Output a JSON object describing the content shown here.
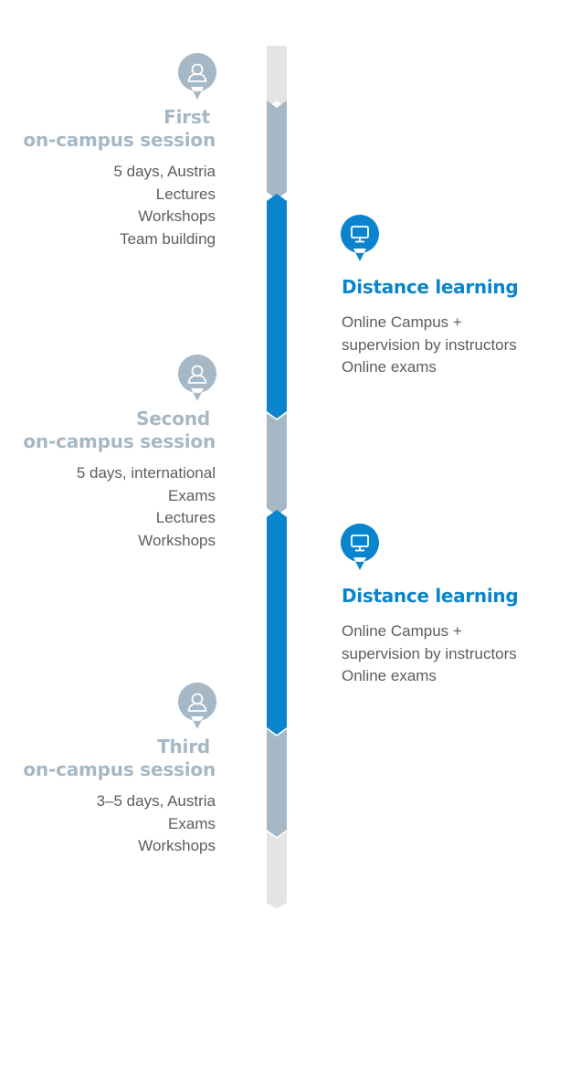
{
  "colors": {
    "track_light": "#e4e4e4",
    "track_gray": "#a6b8c6",
    "track_blue": "#0a84cd",
    "session_title": "#a6b8c6",
    "distance_title": "#0a84cd",
    "body_text": "#5d5d5d"
  },
  "sessions": [
    {
      "icon": "person-icon",
      "title_line1": "First",
      "title_line2": "on-campus session",
      "details": [
        "5 days, Austria",
        "Lectures",
        "Workshops",
        "Team building"
      ]
    },
    {
      "icon": "person-icon",
      "title_line1": "Second",
      "title_line2": "on-campus session",
      "details": [
        "5 days, international",
        "Exams",
        "Lectures",
        "Workshops"
      ]
    },
    {
      "icon": "person-icon",
      "title_line1": "Third",
      "title_line2": "on-campus session",
      "details": [
        "3–5 days, Austria",
        "Exams",
        "Workshops"
      ]
    }
  ],
  "distance_blocks": [
    {
      "icon": "monitor-icon",
      "title": "Distance learning",
      "details": [
        "Online Campus +",
        "supervision by instructors",
        "Online exams"
      ]
    },
    {
      "icon": "monitor-icon",
      "title": "Distance learning",
      "details": [
        "Online Campus +",
        "supervision by instructors",
        "Online exams"
      ]
    }
  ]
}
